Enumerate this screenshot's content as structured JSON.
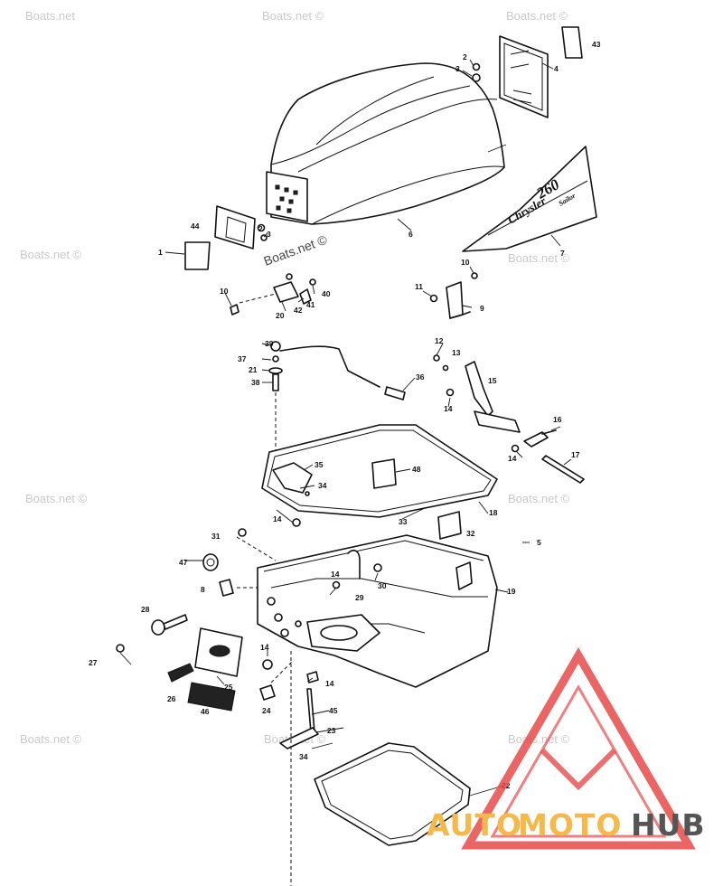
{
  "watermarks": {
    "site": "Boats.net ©",
    "site_alt": "Boats.net"
  },
  "decal": {
    "brand": "Chrysler",
    "model": "260",
    "sub": "Sailor"
  },
  "logo": {
    "part1": "AUTO",
    "part2": "MOTO",
    "part3": "HUB",
    "color_primary": "#f5b84a",
    "color_secondary": "#555555",
    "triangle_color": "#e84a4a"
  },
  "callouts": [
    "1",
    "2",
    "3",
    "4",
    "5",
    "6",
    "7",
    "8",
    "9",
    "10",
    "11",
    "12",
    "13",
    "14",
    "15",
    "16",
    "17",
    "18",
    "19",
    "20",
    "21",
    "22",
    "23",
    "24",
    "25",
    "26",
    "27",
    "28",
    "29",
    "30",
    "31",
    "32",
    "33",
    "34",
    "35",
    "36",
    "37",
    "38",
    "39",
    "40",
    "41",
    "42",
    "43",
    "44",
    "45",
    "46",
    "47",
    "48"
  ]
}
